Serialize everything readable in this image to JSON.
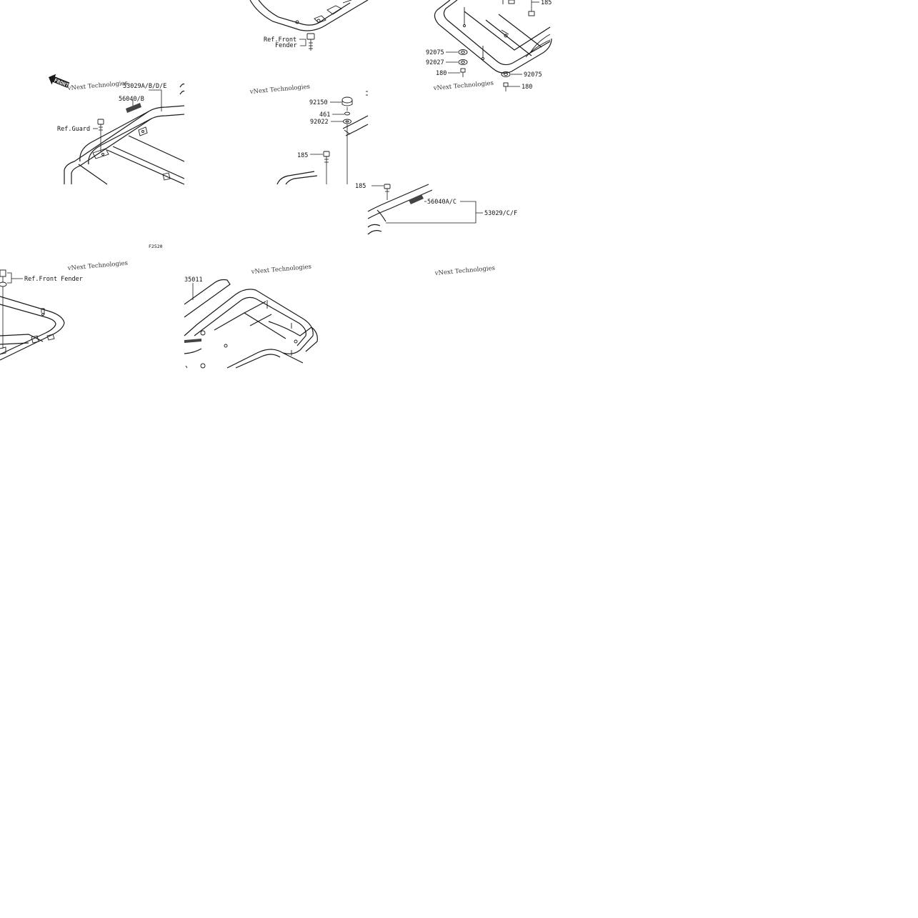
{
  "diagram": {
    "callouts": {
      "ref_front_fender_top": {
        "line1": "Ref.Front",
        "line2": "Fender"
      },
      "part_185_top_right": "185",
      "part_92075_a": "92075",
      "part_92027": "92027",
      "part_180_a": "180",
      "part_92075_b": "92075",
      "part_180_b": "180",
      "part_53029_abde": "53029A/B/D/E",
      "part_56040_b": "56040/B",
      "ref_guard": "Ref.Guard",
      "part_92150": "92150",
      "part_461": "461",
      "part_92022": "92022",
      "part_185_mid": "185",
      "part_185_lower": "185",
      "part_56040_ac": "56040A/C",
      "part_53029_cf": "53029/C/F",
      "figure_code": "F2520",
      "ref_front_fender_bottom": "Ref.Front Fender",
      "part_35011": "35011"
    },
    "front_badge": "FRONT",
    "watermark": "vNext Technologies",
    "colors": {
      "line": "#1a1a1a",
      "background": "#ffffff",
      "watermark": "#555555"
    }
  }
}
